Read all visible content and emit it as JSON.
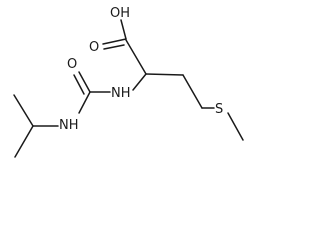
{
  "molecule": {
    "atoms": {
      "hydroxyl": "OH",
      "carbonyl_oxygen_acid": "O",
      "carbonyl_oxygen_urea": "O",
      "amide_nh": "NH",
      "urea_nh": "NH",
      "sulfur": "S"
    }
  },
  "colors": {
    "bond": "#1a1a1a",
    "label": "#1a1a1a",
    "background": "#ffffff"
  }
}
